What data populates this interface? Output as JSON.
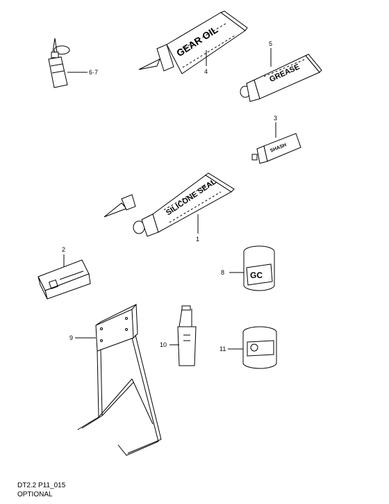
{
  "footer": {
    "code": "DT2.2 P11_015",
    "note": "OPTIONAL"
  },
  "tube_labels": {
    "gear_oil": "GEAR OIL",
    "grease": "GREASE",
    "silicone_seal": "SILICONE SEAL",
    "small_tube": "SHASH"
  },
  "callouts": {
    "p1": "1",
    "p2": "2",
    "p3": "3",
    "p4": "4",
    "p5": "5",
    "p67": "6·7",
    "p8": "8",
    "p9": "9",
    "p10": "10",
    "p11": "11"
  }
}
